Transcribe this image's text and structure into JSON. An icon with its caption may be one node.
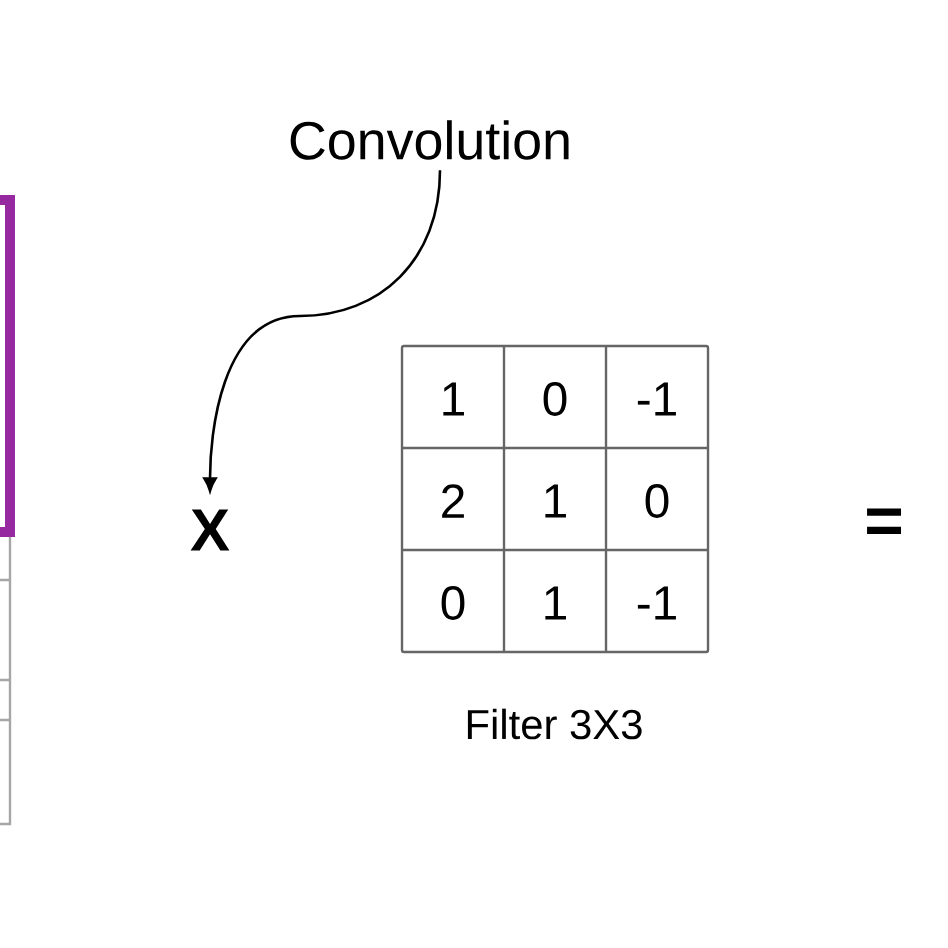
{
  "diagram": {
    "nodes": [
      {
        "text": [
          "Convolution"
        ]
      },
      {
        "text": [
          "X"
        ]
      }
    ],
    "edges": [
      {
        "from": 0,
        "to": 1,
        "arrow": "to"
      }
    ],
    "labels": [
      "1",
      "0",
      "-1",
      "2",
      "1",
      "0",
      "0",
      "1",
      "-1",
      "Filter 3X3",
      "="
    ]
  }
}
